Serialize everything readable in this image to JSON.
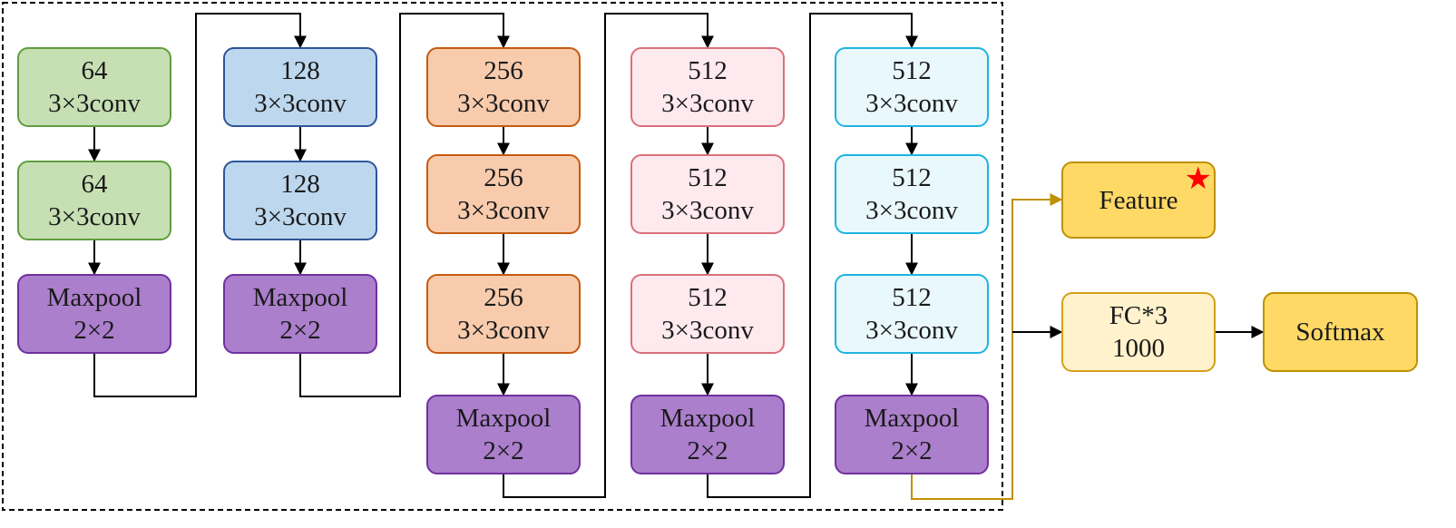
{
  "colors": {
    "conv64_fill": "#c6e0b4",
    "conv64_border": "#5e9e3e",
    "conv128_fill": "#bdd7ee",
    "conv128_border": "#2f5597",
    "conv256_fill": "#f8cbad",
    "conv256_border": "#c55a11",
    "conv512a_fill": "#fde9ee",
    "conv512a_border": "#d9707a",
    "conv512b_fill": "#e8f8fd",
    "conv512b_border": "#1fb3e0",
    "maxpool_fill": "#ab7fcc",
    "maxpool_border": "#7030a0",
    "feature_fill": "#ffd966",
    "feature_border": "#bf9000",
    "fc_fill": "#fff2cc",
    "fc_border": "#d4a017",
    "softmax_fill": "#ffd966",
    "softmax_border": "#bf9000",
    "arrow": "#000000",
    "feature_arrow": "#bf9000",
    "star": "#ff0000",
    "dashed_frame": "#000000"
  },
  "stages": [
    {
      "blocks": [
        {
          "kind": "conv",
          "line1": "64",
          "line2": "3×3conv"
        },
        {
          "kind": "conv",
          "line1": "64",
          "line2": "3×3conv"
        },
        {
          "kind": "pool",
          "line1": "Maxpool",
          "line2": "2×2"
        }
      ]
    },
    {
      "blocks": [
        {
          "kind": "conv",
          "line1": "128",
          "line2": "3×3conv"
        },
        {
          "kind": "conv",
          "line1": "128",
          "line2": "3×3conv"
        },
        {
          "kind": "pool",
          "line1": "Maxpool",
          "line2": "2×2"
        }
      ]
    },
    {
      "blocks": [
        {
          "kind": "conv",
          "line1": "256",
          "line2": "3×3conv"
        },
        {
          "kind": "conv",
          "line1": "256",
          "line2": "3×3conv"
        },
        {
          "kind": "conv",
          "line1": "256",
          "line2": "3×3conv"
        },
        {
          "kind": "pool",
          "line1": "Maxpool",
          "line2": "2×2"
        }
      ]
    },
    {
      "blocks": [
        {
          "kind": "conv",
          "line1": "512",
          "line2": "3×3conv"
        },
        {
          "kind": "conv",
          "line1": "512",
          "line2": "3×3conv"
        },
        {
          "kind": "conv",
          "line1": "512",
          "line2": "3×3conv"
        },
        {
          "kind": "pool",
          "line1": "Maxpool",
          "line2": "2×2"
        }
      ]
    },
    {
      "blocks": [
        {
          "kind": "conv",
          "line1": "512",
          "line2": "3×3conv"
        },
        {
          "kind": "conv",
          "line1": "512",
          "line2": "3×3conv"
        },
        {
          "kind": "conv",
          "line1": "512",
          "line2": "3×3conv"
        },
        {
          "kind": "pool",
          "line1": "Maxpool",
          "line2": "2×2"
        }
      ]
    }
  ],
  "outputs": {
    "feature": {
      "label": "Feature",
      "icon": "star-icon",
      "star_glyph": "★"
    },
    "fc": {
      "line1": "FC*3",
      "line2": "1000"
    },
    "softmax": {
      "label": "Softmax"
    }
  }
}
